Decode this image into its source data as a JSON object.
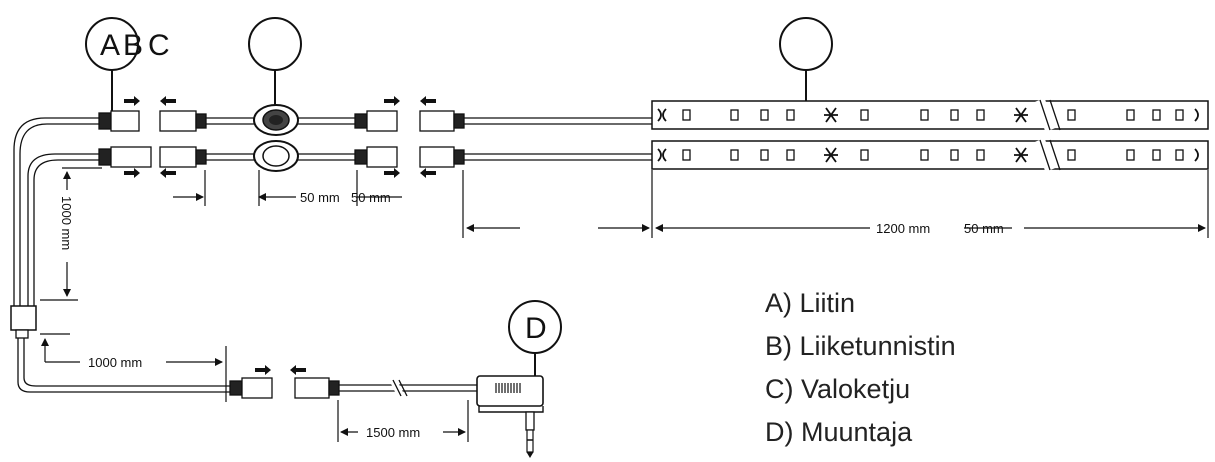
{
  "callouts": {
    "connector_letters": [
      "A",
      "B",
      "C"
    ],
    "transformer_letter": "D"
  },
  "dimensions": {
    "sensor_left": "50 mm",
    "sensor_right": "50 mm",
    "strip_length": "1200 mm",
    "strip_gap": "50 mm",
    "vertical_cable": "1000 mm",
    "horizontal_cable": "1000 mm",
    "transformer_cable": "1500 mm"
  },
  "legend": [
    {
      "letter": "A)",
      "label": "Liitin"
    },
    {
      "letter": "B)",
      "label": "Liiketunnistin"
    },
    {
      "letter": "C)",
      "label": "Valoketju"
    },
    {
      "letter": "D)",
      "label": "Muuntaja"
    }
  ],
  "colors": {
    "line": "#111111",
    "background": "#ffffff"
  }
}
